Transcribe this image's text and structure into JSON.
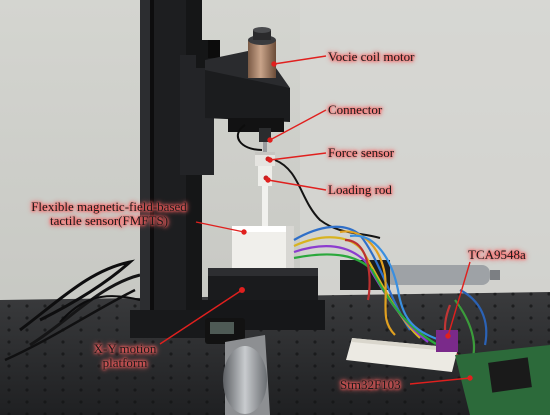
{
  "labels": {
    "voice_coil_motor": "Vocie coil motor",
    "connector": "Connector",
    "force_sensor": "Force sensor",
    "loading_rod": "Loading rod",
    "fmfts_line1": "Flexible magnetic-field-based",
    "fmfts_line2": "tactile sensor(FMFTS)",
    "tca9548a": "TCA9548a",
    "xy_line1": "X-Y motion",
    "xy_line2": "platform",
    "stm32": "Stm32F103"
  },
  "colors": {
    "annotation_line": "#e0201e",
    "label_glow": "#ff5a5a"
  }
}
